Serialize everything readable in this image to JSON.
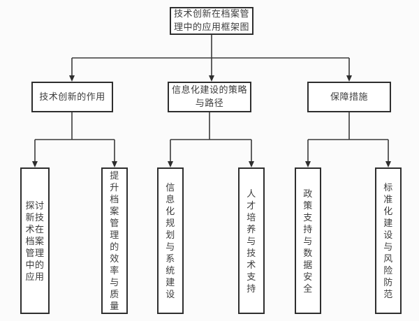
{
  "diagram": {
    "type": "flowchart",
    "root": {
      "label": "技术创新在档案管理中的应用框架图"
    },
    "branches": [
      {
        "label": "技术创新的作用",
        "children": [
          {
            "label": "探讨新技术在档案管理中的应用"
          },
          {
            "label": "提升档案管理的效率与质量"
          }
        ]
      },
      {
        "label": "信息化建设的策略与路径",
        "children": [
          {
            "label": "信息化规划与系统建设"
          },
          {
            "label": "人才培养与技术支持"
          }
        ]
      },
      {
        "label": "保障措施",
        "children": [
          {
            "label": "政策支持与数据安全"
          },
          {
            "label": "标准化建设与风险防范"
          }
        ]
      }
    ],
    "colors": {
      "background": "#fbfbfb",
      "box_fill": "#ffffff",
      "box_border": "#2e2e2e",
      "line": "#3a3a3a",
      "text": "#3c3c3c"
    }
  }
}
